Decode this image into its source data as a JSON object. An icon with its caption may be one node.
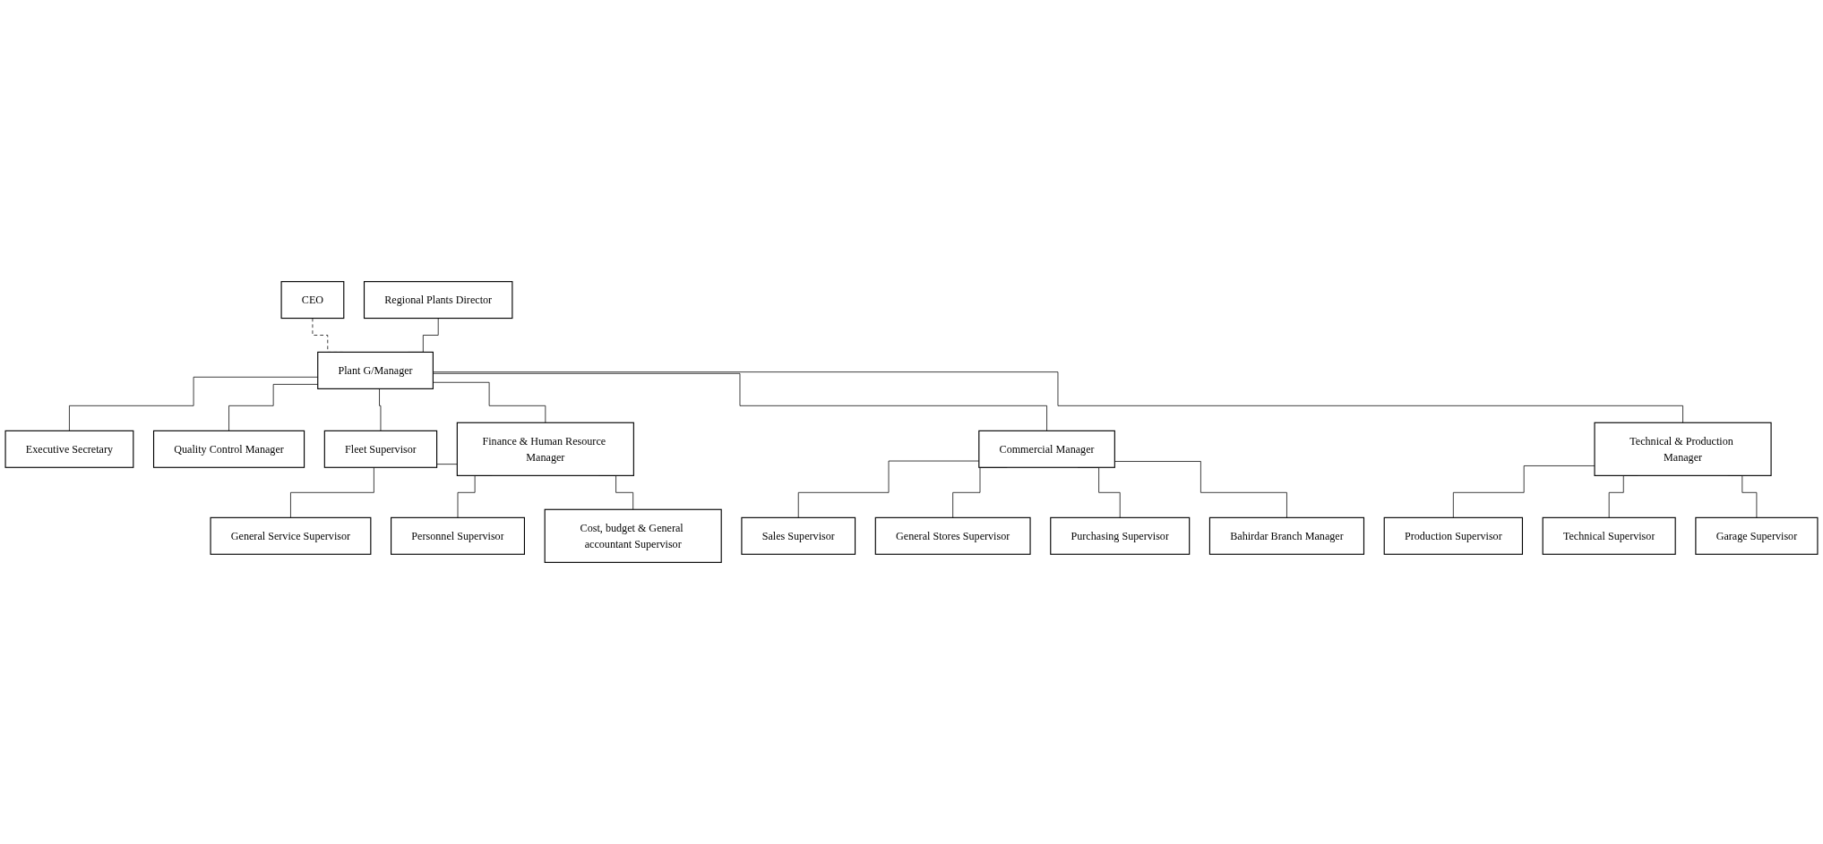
{
  "diagram": {
    "nodes": [
      {
        "text": [
          "CEO"
        ]
      },
      {
        "text": [
          "Regional Plants Director"
        ]
      },
      {
        "text": [
          "Plant G/Manager"
        ]
      },
      {
        "text": [
          "Executive Secretary"
        ]
      },
      {
        "text": [
          "Quality Control Manager"
        ]
      },
      {
        "text": [
          "Fleet Supervisor"
        ]
      },
      {
        "text": [
          "Finance & Human Resource Manager"
        ]
      },
      {
        "text": [
          "Commercial Manager"
        ]
      },
      {
        "text": [
          "Technical & Production Manager"
        ]
      },
      {
        "text": [
          "General Service Supervisor"
        ]
      },
      {
        "text": [
          "Personnel Supervisor"
        ]
      },
      {
        "text": [
          "Cost, budget & General accountant Supervisor"
        ]
      },
      {
        "text": [
          "Sales Supervisor"
        ]
      },
      {
        "text": [
          "General Stores Supervisor"
        ]
      },
      {
        "text": [
          "Purchasing Supervisor"
        ]
      },
      {
        "text": [
          "Bahirdar Branch Manager"
        ]
      },
      {
        "text": [
          "Production Supervisor"
        ]
      },
      {
        "text": [
          "Technical Supervisor"
        ]
      },
      {
        "text": [
          "Garage Supervisor"
        ]
      }
    ],
    "edges": [
      {
        "from": 0,
        "to": 2,
        "arrow": "none",
        "style": "dashed"
      },
      {
        "from": 1,
        "to": 2,
        "arrow": "none"
      },
      {
        "from": 2,
        "to": 3,
        "arrow": "none"
      },
      {
        "from": 2,
        "to": 4,
        "arrow": "none"
      },
      {
        "from": 2,
        "to": 5,
        "arrow": "none"
      },
      {
        "from": 2,
        "to": 6,
        "arrow": "none"
      },
      {
        "from": 2,
        "to": 7,
        "arrow": "none"
      },
      {
        "from": 2,
        "to": 8,
        "arrow": "none"
      },
      {
        "from": 6,
        "to": 9,
        "arrow": "none"
      },
      {
        "from": 6,
        "to": 10,
        "arrow": "none"
      },
      {
        "from": 6,
        "to": 11,
        "arrow": "none"
      },
      {
        "from": 7,
        "to": 12,
        "arrow": "none"
      },
      {
        "from": 7,
        "to": 13,
        "arrow": "none"
      },
      {
        "from": 7,
        "to": 14,
        "arrow": "none"
      },
      {
        "from": 7,
        "to": 15,
        "arrow": "none"
      },
      {
        "from": 8,
        "to": 16,
        "arrow": "none"
      },
      {
        "from": 8,
        "to": 17,
        "arrow": "none"
      },
      {
        "from": 8,
        "to": 18,
        "arrow": "none"
      }
    ]
  }
}
